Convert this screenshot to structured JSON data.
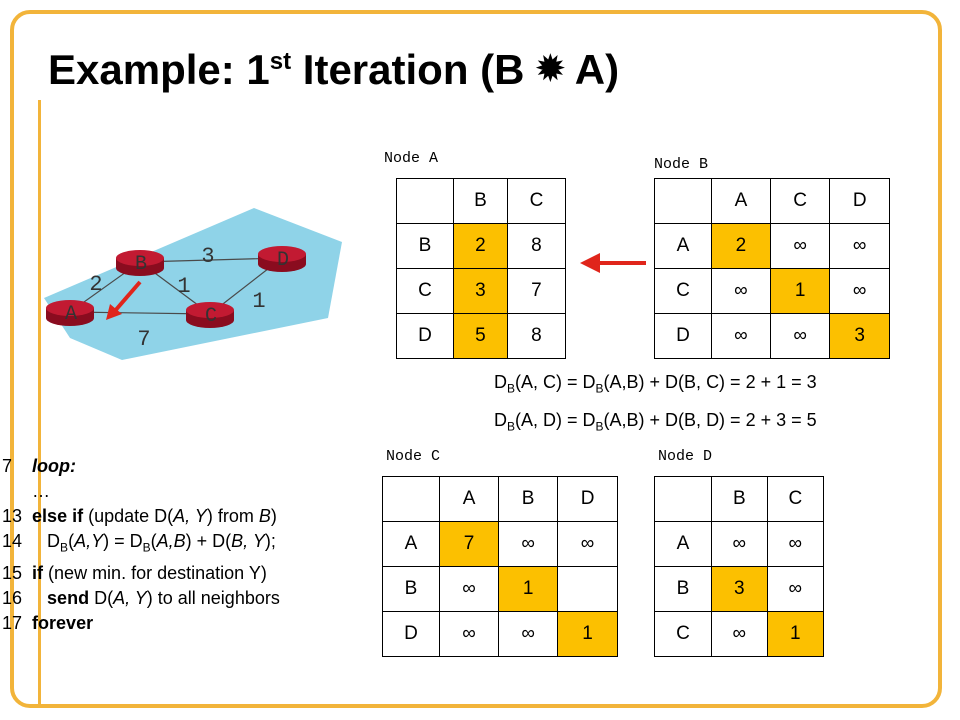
{
  "title": {
    "prefix": "Example: 1",
    "sup": "st",
    "middle": " Iteration (B ",
    "symbol": "✹",
    "suffix": " A)"
  },
  "network": {
    "nodes": [
      {
        "id": "A",
        "label": "A"
      },
      {
        "id": "B",
        "label": "B"
      },
      {
        "id": "C",
        "label": "C"
      },
      {
        "id": "D",
        "label": "D"
      }
    ],
    "edges": [
      {
        "from": "A",
        "to": "B",
        "cost": "2"
      },
      {
        "from": "B",
        "to": "D",
        "cost": "3"
      },
      {
        "from": "B",
        "to": "C",
        "cost": "1"
      },
      {
        "from": "C",
        "to": "D",
        "cost": "1"
      },
      {
        "from": "A",
        "to": "C",
        "cost": "7"
      }
    ]
  },
  "tables": {
    "A": {
      "label": "Node A",
      "cols": [
        "B",
        "C"
      ],
      "rows": [
        {
          "head": "B",
          "cells": [
            {
              "v": "2",
              "hl": true
            },
            {
              "v": "8",
              "hl": false
            }
          ]
        },
        {
          "head": "C",
          "cells": [
            {
              "v": "3",
              "hl": true
            },
            {
              "v": "7",
              "hl": false
            }
          ]
        },
        {
          "head": "D",
          "cells": [
            {
              "v": "5",
              "hl": true
            },
            {
              "v": "8",
              "hl": false
            }
          ]
        }
      ]
    },
    "B": {
      "label": "Node B",
      "cols": [
        "A",
        "C",
        "D"
      ],
      "rows": [
        {
          "head": "A",
          "cells": [
            {
              "v": "2",
              "hl": true
            },
            {
              "v": "∞",
              "hl": false
            },
            {
              "v": "∞",
              "hl": false
            }
          ]
        },
        {
          "head": "C",
          "cells": [
            {
              "v": "∞",
              "hl": false
            },
            {
              "v": "1",
              "hl": true
            },
            {
              "v": "∞",
              "hl": false
            }
          ]
        },
        {
          "head": "D",
          "cells": [
            {
              "v": "∞",
              "hl": false
            },
            {
              "v": "∞",
              "hl": false
            },
            {
              "v": "3",
              "hl": true
            }
          ]
        }
      ]
    },
    "C": {
      "label": "Node C",
      "cols": [
        "A",
        "B",
        "D"
      ],
      "rows": [
        {
          "head": "A",
          "cells": [
            {
              "v": "7",
              "hl": true
            },
            {
              "v": "∞",
              "hl": false
            },
            {
              "v": "∞",
              "hl": false
            }
          ]
        },
        {
          "head": "B",
          "cells": [
            {
              "v": "∞",
              "hl": false
            },
            {
              "v": "1",
              "hl": true
            },
            {
              "v": "",
              "hl": false
            }
          ]
        },
        {
          "head": "D",
          "cells": [
            {
              "v": "∞",
              "hl": false
            },
            {
              "v": "∞",
              "hl": false
            },
            {
              "v": "1",
              "hl": true
            }
          ]
        }
      ]
    },
    "D": {
      "label": "Node D",
      "cols": [
        "B",
        "C"
      ],
      "rows": [
        {
          "head": "A",
          "cells": [
            {
              "v": "∞",
              "hl": false
            },
            {
              "v": "∞",
              "hl": false
            }
          ]
        },
        {
          "head": "B",
          "cells": [
            {
              "v": "3",
              "hl": true
            },
            {
              "v": "∞",
              "hl": false
            }
          ]
        },
        {
          "head": "C",
          "cells": [
            {
              "v": "∞",
              "hl": false
            },
            {
              "v": "1",
              "hl": true
            }
          ]
        }
      ]
    }
  },
  "formulas": {
    "f1": {
      "d1": "D",
      "s1": "B",
      "p1": "(A, C) = D",
      "s2": "B",
      "p2": "(A,B) + D(B, C)  = 2 + 1 = 3"
    },
    "f2": {
      "d1": "D",
      "s1": "B",
      "p1": "(A, D) = D",
      "s2": "B",
      "p2": "(A,B) + D(B, D)  = 2 + 3 = 5"
    }
  },
  "code": {
    "l7_num": "7",
    "l7_kw": "loop:",
    "dots": "…",
    "l13_num": "13",
    "l13_kw": "else if",
    "l13_a": " (update D(",
    "l13_ai": "A, Y",
    "l13_b": ") from ",
    "l13_bi": "B",
    "l13_c": ")",
    "l14_num": "14",
    "l14_a": "D",
    "l14_sub": "B",
    "l14_b": "(",
    "l14_bi": "A,Y",
    "l14_c": ") = D",
    "l14_sub2": "B",
    "l14_d": "(",
    "l14_di": "A,B",
    "l14_e": ") + D(",
    "l14_ei": "B, Y",
    "l14_f": ");",
    "l15_num": "15",
    "l15_kw": "if",
    "l15_a": " (new min. for destination Y)",
    "l16_num": "16",
    "l16_kw": "send",
    "l16_a": " D(",
    "l16_ai": "A, Y",
    "l16_b": ") to all neighbors",
    "l17_num": "17",
    "l17_kw": "forever"
  },
  "colors": {
    "accent": "#f2b43a",
    "highlight": "#fcc000",
    "arrow": "#e0251b",
    "cloud": "#8fd3e8",
    "router": "#b8132a"
  }
}
